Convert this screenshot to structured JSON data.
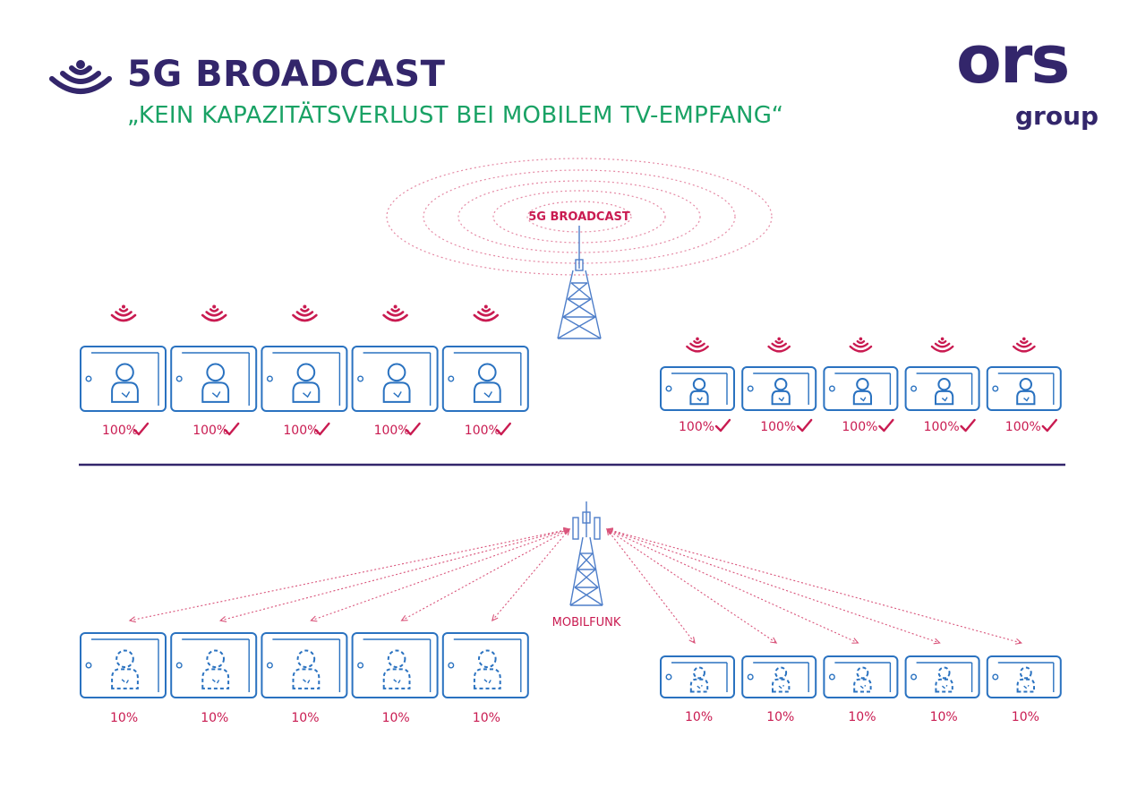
{
  "header": {
    "title": "5G BROADCAST",
    "subtitle": "„KEIN KAPAZITÄTSVERLUST BEI MOBILEM TV-EMPFANG“"
  },
  "logo": {
    "main": "ors",
    "sub": "group"
  },
  "broadcast": {
    "tower_label": "5G BROADCAST",
    "devices": [
      {
        "value": "100%",
        "checked": true
      },
      {
        "value": "100%",
        "checked": true
      },
      {
        "value": "100%",
        "checked": true
      },
      {
        "value": "100%",
        "checked": true
      },
      {
        "value": "100%",
        "checked": true
      },
      {
        "value": "100%",
        "checked": true
      },
      {
        "value": "100%",
        "checked": true
      },
      {
        "value": "100%",
        "checked": true
      },
      {
        "value": "100%",
        "checked": true
      },
      {
        "value": "100%",
        "checked": true
      }
    ]
  },
  "mobile": {
    "tower_label": "MOBILFUNK",
    "devices": [
      {
        "value": "10%"
      },
      {
        "value": "10%"
      },
      {
        "value": "10%"
      },
      {
        "value": "10%"
      },
      {
        "value": "10%"
      },
      {
        "value": "10%"
      },
      {
        "value": "10%"
      },
      {
        "value": "10%"
      },
      {
        "value": "10%"
      },
      {
        "value": "10%"
      }
    ]
  },
  "colors": {
    "navy": "#33266b",
    "green": "#1aa265",
    "accent": "#c91b51",
    "device": "#2a72c0",
    "tower": "#4e7ec9"
  }
}
